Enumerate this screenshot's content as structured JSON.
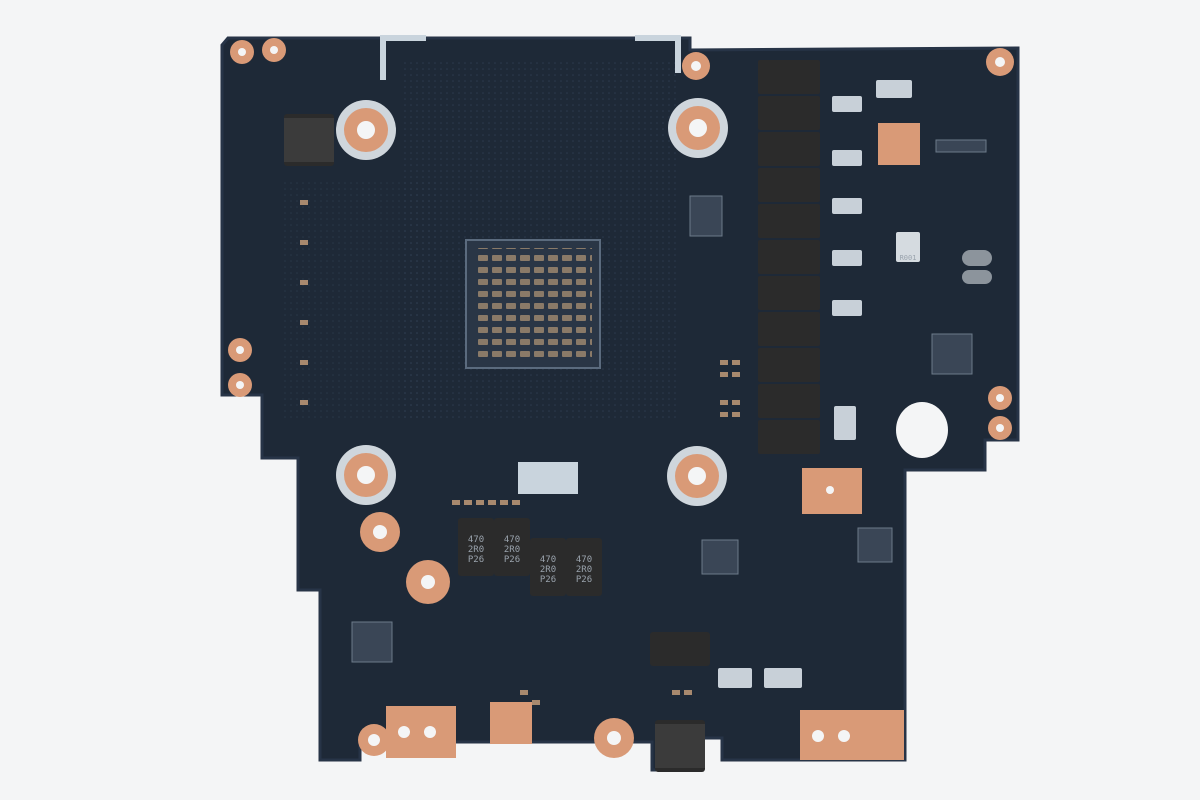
{
  "colors": {
    "background": "#f4f5f6",
    "board": "#1e2937",
    "board_edge": "#273447",
    "copper": "#d99a77",
    "copper_dark": "#c4805f",
    "ring": "#cfd6dc",
    "silk": "#9aa3ad",
    "tape": "#c9d4dd",
    "inductor": "#2b2b2b",
    "inductor_label": "#8d8d8d"
  },
  "labels": {
    "inductor_marks": [
      "470",
      "2R0",
      "P26"
    ],
    "resistor_marking": "R001"
  },
  "components": {
    "vrm_inductor_count": 11,
    "small_inductor_count": 4,
    "mounting_hole_count": 4
  }
}
